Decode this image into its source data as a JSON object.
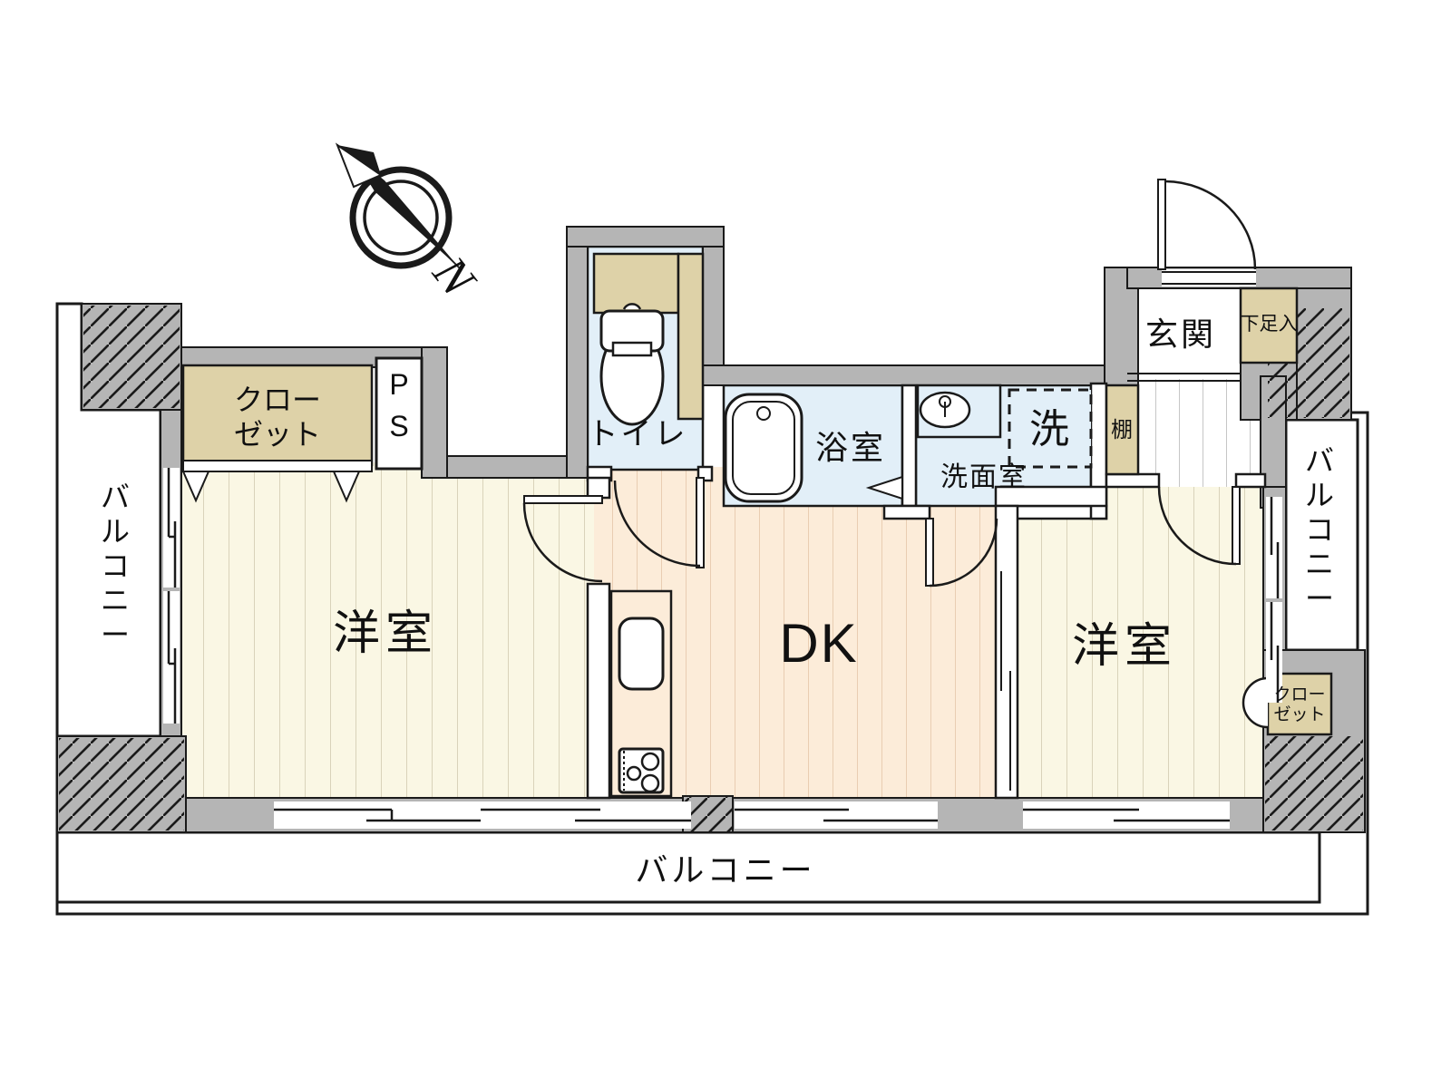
{
  "compass": {
    "north": "N"
  },
  "labels": {
    "western_room_left": "洋室",
    "western_room_right": "洋室",
    "dk": "DK",
    "toilet": "トイレ",
    "bath": "浴室",
    "washroom": "洗面室",
    "washer": "洗",
    "entrance": "玄関",
    "shoe_cabinet": "下足入",
    "shelf": "棚",
    "pipe_space": "PS",
    "closet_left": {
      "line1": "クロー",
      "line2": "ゼット"
    },
    "closet_right": {
      "line1": "クロー",
      "line2": "ゼット"
    },
    "balcony_left": "バルコニー",
    "balcony_right": "バルコニー",
    "balcony_bottom": "バルコニー"
  },
  "colors": {
    "wall": "#b5b5b5",
    "room_floor": "#faf7e4",
    "dk_floor": "#fcecd9",
    "wet_floor": "#e2eff8",
    "storage": "#ded2a8",
    "outline": "#111111"
  }
}
